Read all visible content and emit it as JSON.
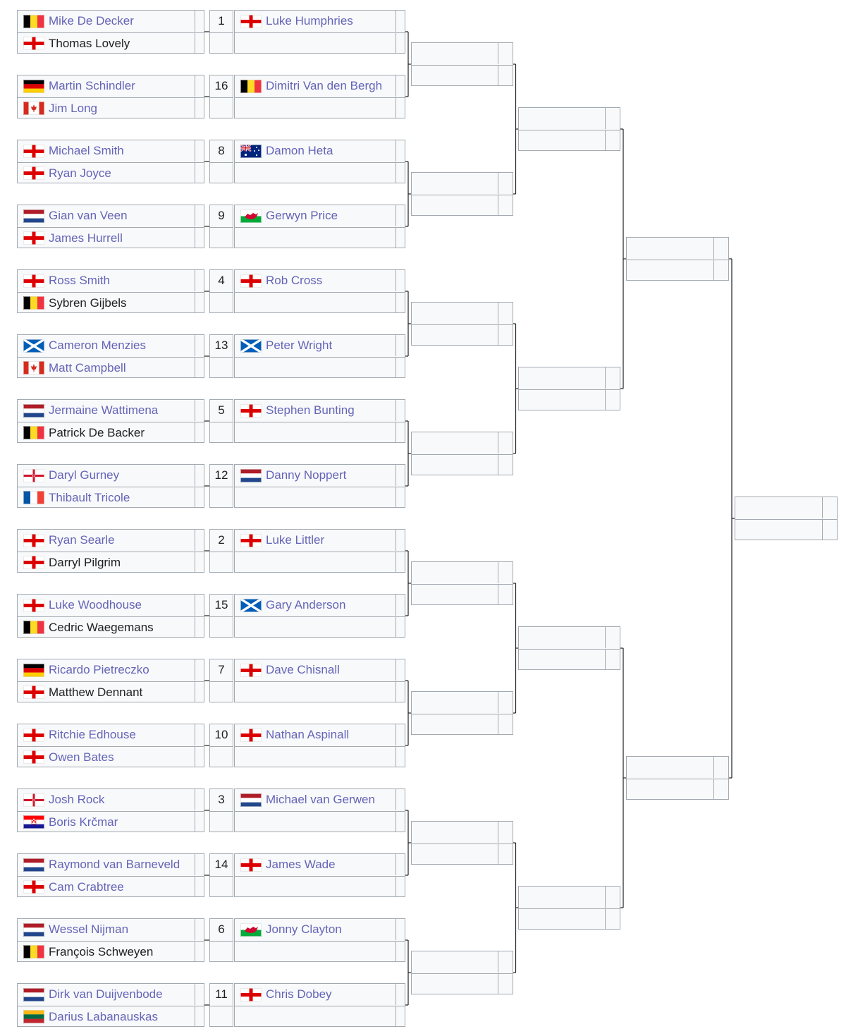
{
  "colors": {
    "link": "#6464b8",
    "text": "#202122",
    "border": "#a2a9b1",
    "cell": "#f8f9fa"
  },
  "first_round": [
    {
      "seed": "1",
      "seeded": {
        "name": "Luke Humphries",
        "flag": "eng",
        "link": true
      },
      "p1": {
        "name": "Mike De Decker",
        "flag": "bel",
        "link": true
      },
      "p2": {
        "name": "Thomas Lovely",
        "flag": "eng",
        "link": false
      }
    },
    {
      "seed": "16",
      "seeded": {
        "name": "Dimitri Van den Bergh",
        "flag": "bel",
        "link": true
      },
      "p1": {
        "name": "Martin Schindler",
        "flag": "ger",
        "link": true
      },
      "p2": {
        "name": "Jim Long",
        "flag": "can",
        "link": true
      }
    },
    {
      "seed": "8",
      "seeded": {
        "name": "Damon Heta",
        "flag": "aus",
        "link": true
      },
      "p1": {
        "name": "Michael Smith",
        "flag": "eng",
        "link": true
      },
      "p2": {
        "name": "Ryan Joyce",
        "flag": "eng",
        "link": true
      }
    },
    {
      "seed": "9",
      "seeded": {
        "name": "Gerwyn Price",
        "flag": "wal",
        "link": true
      },
      "p1": {
        "name": "Gian van Veen",
        "flag": "ned",
        "link": true
      },
      "p2": {
        "name": "James Hurrell",
        "flag": "eng",
        "link": true
      }
    },
    {
      "seed": "4",
      "seeded": {
        "name": "Rob Cross",
        "flag": "eng",
        "link": true
      },
      "p1": {
        "name": "Ross Smith",
        "flag": "eng",
        "link": true
      },
      "p2": {
        "name": "Sybren Gijbels",
        "flag": "bel",
        "link": false
      }
    },
    {
      "seed": "13",
      "seeded": {
        "name": "Peter Wright",
        "flag": "sco",
        "link": true
      },
      "p1": {
        "name": "Cameron Menzies",
        "flag": "sco",
        "link": true
      },
      "p2": {
        "name": "Matt Campbell",
        "flag": "can",
        "link": true
      }
    },
    {
      "seed": "5",
      "seeded": {
        "name": "Stephen Bunting",
        "flag": "eng",
        "link": true
      },
      "p1": {
        "name": "Jermaine Wattimena",
        "flag": "ned",
        "link": true
      },
      "p2": {
        "name": "Patrick De Backer",
        "flag": "bel",
        "link": false
      }
    },
    {
      "seed": "12",
      "seeded": {
        "name": "Danny Noppert",
        "flag": "ned",
        "link": true
      },
      "p1": {
        "name": "Daryl Gurney",
        "flag": "nir",
        "link": true
      },
      "p2": {
        "name": "Thibault Tricole",
        "flag": "fra",
        "link": true
      }
    },
    {
      "seed": "2",
      "seeded": {
        "name": "Luke Littler",
        "flag": "eng",
        "link": true
      },
      "p1": {
        "name": "Ryan Searle",
        "flag": "eng",
        "link": true
      },
      "p2": {
        "name": "Darryl Pilgrim",
        "flag": "eng",
        "link": false
      }
    },
    {
      "seed": "15",
      "seeded": {
        "name": "Gary Anderson",
        "flag": "sco",
        "link": true
      },
      "p1": {
        "name": "Luke Woodhouse",
        "flag": "eng",
        "link": true
      },
      "p2": {
        "name": "Cedric Waegemans",
        "flag": "bel",
        "link": false
      }
    },
    {
      "seed": "7",
      "seeded": {
        "name": "Dave Chisnall",
        "flag": "eng",
        "link": true
      },
      "p1": {
        "name": "Ricardo Pietreczko",
        "flag": "ger",
        "link": true
      },
      "p2": {
        "name": "Matthew Dennant",
        "flag": "eng",
        "link": false
      }
    },
    {
      "seed": "10",
      "seeded": {
        "name": "Nathan Aspinall",
        "flag": "eng",
        "link": true
      },
      "p1": {
        "name": "Ritchie Edhouse",
        "flag": "eng",
        "link": true
      },
      "p2": {
        "name": "Owen Bates",
        "flag": "eng",
        "link": true
      }
    },
    {
      "seed": "3",
      "seeded": {
        "name": "Michael van Gerwen",
        "flag": "ned",
        "link": true
      },
      "p1": {
        "name": "Josh Rock",
        "flag": "nir",
        "link": true
      },
      "p2": {
        "name": "Boris Krčmar",
        "flag": "cro",
        "link": true
      }
    },
    {
      "seed": "14",
      "seeded": {
        "name": "James Wade",
        "flag": "eng",
        "link": true
      },
      "p1": {
        "name": "Raymond van Barneveld",
        "flag": "ned",
        "link": true
      },
      "p2": {
        "name": "Cam Crabtree",
        "flag": "eng",
        "link": true
      }
    },
    {
      "seed": "6",
      "seeded": {
        "name": "Jonny Clayton",
        "flag": "wal",
        "link": true
      },
      "p1": {
        "name": "Wessel Nijman",
        "flag": "ned",
        "link": true
      },
      "p2": {
        "name": "François Schweyen",
        "flag": "bel",
        "link": false
      }
    },
    {
      "seed": "11",
      "seeded": {
        "name": "Chris Dobey",
        "flag": "eng",
        "link": true
      },
      "p1": {
        "name": "Dirk van Duijvenbode",
        "flag": "ned",
        "link": true
      },
      "p2": {
        "name": "Darius Labanauskas",
        "flag": "ltu",
        "link": true
      }
    }
  ],
  "later_rounds": {
    "round3_matches": 8,
    "round4_matches": 4,
    "quarterfinal_matches": 2,
    "semifinal_matches": 1
  }
}
